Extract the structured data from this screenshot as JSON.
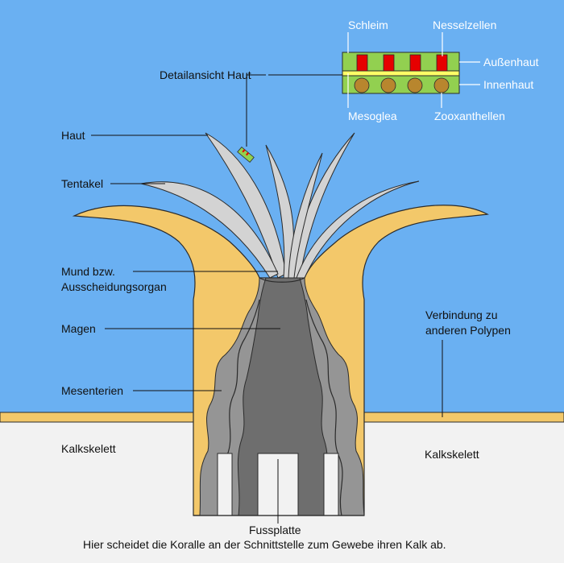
{
  "colors": {
    "water": "#6ab0f2",
    "skeleton": "#f2f2f2",
    "tissue": "#f3c86a",
    "tissue_stroke": "#2b2b2b",
    "tentacle": "#d3d3d3",
    "stomach_dark": "#6e6e6e",
    "stomach_mid": "#959595",
    "skin_outer": "#92d050",
    "skin_inner": "#ffff66",
    "nematocyst": "#e60000",
    "zooxanthellae": "#b8862e"
  },
  "labels": {
    "detail_skin": "Detailansicht Haut",
    "skin": "Haut",
    "tentacle": "Tentakel",
    "mouth_line1": "Mund bzw.",
    "mouth_line2": "Ausscheidungsorgan",
    "stomach": "Magen",
    "mesenteries": "Mesenterien",
    "skeleton_left": "Kalkskelett",
    "skeleton_right": "Kalkskelett",
    "connection_line1": "Verbindung zu",
    "connection_line2": "anderen Polypen",
    "foot_plate": "Fussplatte",
    "caption": "Hier scheidet die Koralle an der Schnittstelle zum Gewebe ihren Kalk ab."
  },
  "detail": {
    "mucus": "Schleim",
    "nematocysts": "Nesselzellen",
    "outer_skin": "Außenhaut",
    "inner_skin": "Innenhaut",
    "mesoglea": "Mesoglea",
    "zooxanthellae": "Zooxanthellen"
  }
}
